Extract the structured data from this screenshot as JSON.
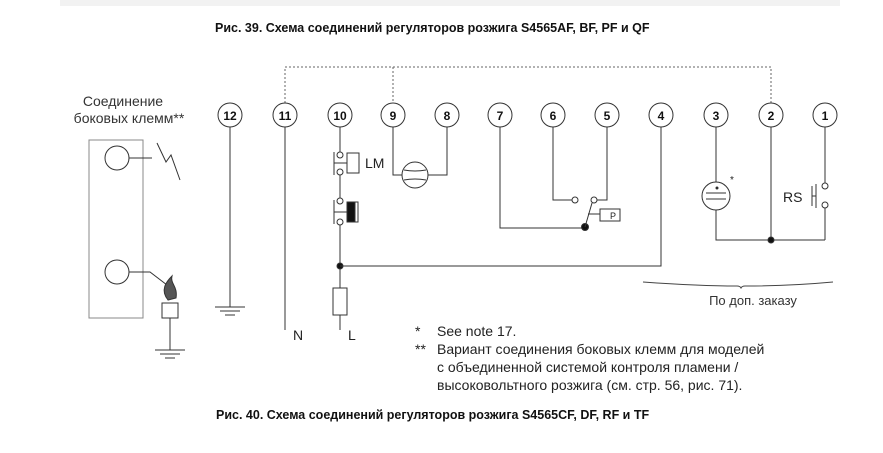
{
  "caption_top": "Рис. 39. Схема соединений регуляторов розжига S4565AF, BF, PF и QF",
  "caption_bottom": "Рис. 40. Схема соединений регуляторов розжига S4565CF, DF, RF и TF",
  "side_terminals_label": [
    "Соединение",
    "боковых клемм**"
  ],
  "terminals": [
    "12",
    "11",
    "10",
    "9",
    "8",
    "7",
    "6",
    "5",
    "4",
    "3",
    "2",
    "1"
  ],
  "labels": {
    "lm": "LM",
    "rs": "RS",
    "p": "P",
    "n": "N",
    "l": "L",
    "star": "*"
  },
  "optional_label": "По доп. заказу",
  "notes": [
    {
      "mark": "*",
      "text": "See note 17."
    },
    {
      "mark": "**",
      "text": "Вариант соединения боковых клемм для моделей"
    },
    {
      "mark": "",
      "text": "с объединенной системой контроля пламени /"
    },
    {
      "mark": "",
      "text": "высоковольтного розжига (см. стр. 56, рис. 71)."
    }
  ]
}
